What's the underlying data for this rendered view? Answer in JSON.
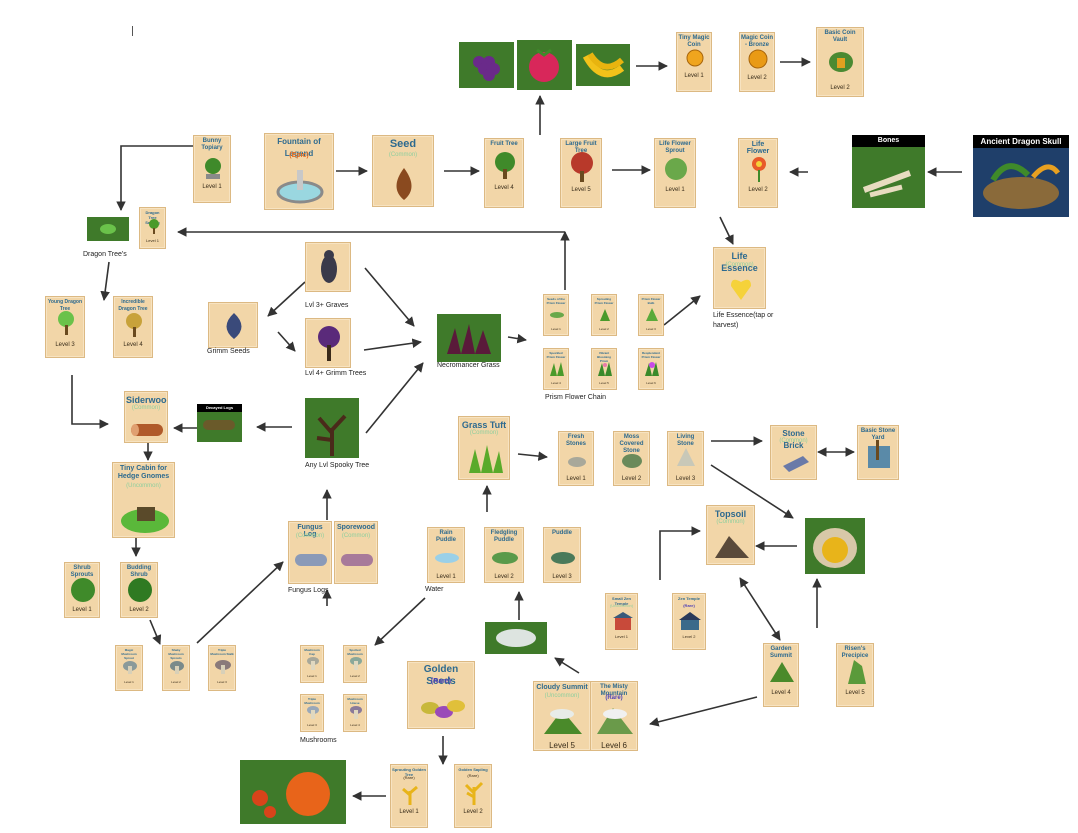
{
  "cards": {
    "bunny_topiary": {
      "title": "Bunny Topiary",
      "level": "Level 1"
    },
    "fountain": {
      "title": "Fountain of Legend",
      "rarity": "(Epic)"
    },
    "seed": {
      "title": "Seed",
      "rarity": "(Common)"
    },
    "fruit_tree": {
      "title": "Fruit Tree",
      "level": "Level 4"
    },
    "large_fruit_tree": {
      "title": "Large Fruit Tree",
      "level": "Level 5"
    },
    "life_flower_sprout": {
      "title": "Life Flower Sprout",
      "level": "Level 1"
    },
    "life_flower": {
      "title": "Life Flower",
      "level": "Level 2"
    },
    "tiny_magic_coin": {
      "title": "Tiny Magic Coin",
      "level": "Level 1"
    },
    "magic_coin": {
      "title": "Magic Coin - Bronze",
      "level": "Level 2"
    },
    "basic_coin_vault": {
      "title": "Basic Coin Vault",
      "level": "Level 2"
    },
    "dragon_tree_sapling": {
      "title": "Dragon Tree Sapling",
      "level": "Level 1"
    },
    "young_dragon_tree": {
      "title": "Young Dragon Tree",
      "level": "Level 3"
    },
    "dragon_tree_l4": {
      "title": "Incredible Dragon Tree",
      "level": "Level 4"
    },
    "life_essence": {
      "title": "Life Essence",
      "rarity": "(Common)"
    },
    "siderwood": {
      "title": "Siderwood",
      "rarity": "(Common)"
    },
    "tiny_cabin": {
      "title": "Tiny Cabin for Hedge Gnomes",
      "rarity": "(Uncommon)"
    },
    "shrub_sprouts": {
      "title": "Shrub Sprouts",
      "level": "Level 1"
    },
    "budding_shrub": {
      "title": "Budding Shrub",
      "level": "Level 2"
    },
    "grass_tuft": {
      "title": "Grass Tuft",
      "rarity": "(Common)"
    },
    "fresh_stones": {
      "title": "Fresh Stones",
      "level": "Level 1"
    },
    "moss_covered_stone": {
      "title": "Moss Covered Stone",
      "level": "Level 2"
    },
    "living_stone": {
      "title": "Living Stone",
      "level": "Level 3"
    },
    "stone_brick": {
      "title": "Stone Brick",
      "rarity": "(Common)"
    },
    "basic_stone_yard": {
      "title": "Basic Stone Yard"
    },
    "topsoil": {
      "title": "Topsoil",
      "rarity": "(Common)"
    },
    "fungus_log": {
      "title": "Fungus Log",
      "rarity": "(Common)"
    },
    "sporewood": {
      "title": "Sporewood",
      "rarity": "(Common)"
    },
    "rain_puddle": {
      "title": "Rain Puddle",
      "level": "Level 1"
    },
    "fledgling_puddle": {
      "title": "Fledgling Puddle",
      "level": "Level 2"
    },
    "puddle": {
      "title": "Puddle",
      "level": "Level 3"
    },
    "small_zen_temple": {
      "title": "Small Zen Temple",
      "rarity": "(Uncommon)",
      "level": "Level 1"
    },
    "zen_temple": {
      "title": "Zen Temple",
      "rarity": "(Rare)",
      "level": "Level 2"
    },
    "garden_summit": {
      "title": "Garden Summit",
      "level": "Level 4"
    },
    "risen_precipice": {
      "title": "Risen's Precipice",
      "level": "Level 5"
    },
    "golden_seeds": {
      "title": "Golden Seeds",
      "rarity": "(Rare)"
    },
    "cloudy_summit": {
      "title": "Cloudy Summit",
      "rarity": "(Uncommon)",
      "level": "Level 5"
    },
    "misty_mountain": {
      "title": "The Misty Mountain",
      "rarity": "(Rare)",
      "level": "Level 6"
    },
    "sprouting_golden": {
      "title": "Sprouting Golden Tree",
      "rarity": "(Rare)",
      "level": "Level 1"
    },
    "golden_sapling": {
      "title": "Golden Sapling",
      "rarity": "(Rare)",
      "level": "Level 2"
    },
    "mushroom_1": {
      "title": "Mushroom Cap",
      "level": "Level 1"
    },
    "mushroom_2": {
      "title": "Spotted Mushroom",
      "level": "Level 2"
    },
    "mushroom_3": {
      "title": "Triple Mushroom",
      "level": "Level 3"
    },
    "mushroom_4": {
      "title": "Mushroom House",
      "level": "Level 4"
    },
    "magic_mushroom": {
      "title": "Magic Mushroom Sprout",
      "level": "Level 1"
    },
    "shaky_mushroom": {
      "title": "Shaky Mushroom Sprouts",
      "level": "Level 2"
    },
    "triple_mushroom": {
      "title": "Triple Mushroom Stalk",
      "level": "Level 3"
    },
    "prism_1": {
      "title": "Seeds of the Prism Flower",
      "level": "Level 1"
    },
    "prism_2": {
      "title": "Sprouting Prism Flower",
      "level": "Level 2"
    },
    "prism_3": {
      "title": "Prism Flower Bulb",
      "level": "Level 3"
    },
    "prism_4": {
      "title": "Speckled Prism Flower",
      "level": "Level 4"
    },
    "prism_5": {
      "title": "Vibrant Blooming Prism",
      "level": "Level 5"
    },
    "prism_6": {
      "title": "Resplendent Prism Flower",
      "level": "Level 6"
    }
  },
  "tiles": {
    "bones": {
      "title": "Bones"
    },
    "dragon_skull": {
      "title": "Ancient Dragon Skull"
    },
    "decayed_logs": {
      "title": "Decayed Logs"
    }
  },
  "labels": {
    "dragon_trees": "Dragon Tree's",
    "graves": "Lvl 3+ Graves",
    "grimm_trees": "Lvl 4+ Grimm Trees",
    "grimm_seeds": "Grimm Seeds",
    "necromancer_grass": "Necromancer Grass",
    "spooky_tree": "Any Lvl Spooky Tree",
    "prism_chain": "Prism Flower Chain",
    "life_essence_note": "Life Essence(tap or harvest)",
    "fungus_logs": "Fungus Logs",
    "water": "Water",
    "mushrooms": "Mushrooms"
  },
  "colors": {
    "card_bg": "#f2d6a8",
    "title_blue": "#2d6a8f",
    "epic_orange": "#e87021",
    "rare_purple": "#4d3fb6",
    "arrow": "#333333"
  }
}
